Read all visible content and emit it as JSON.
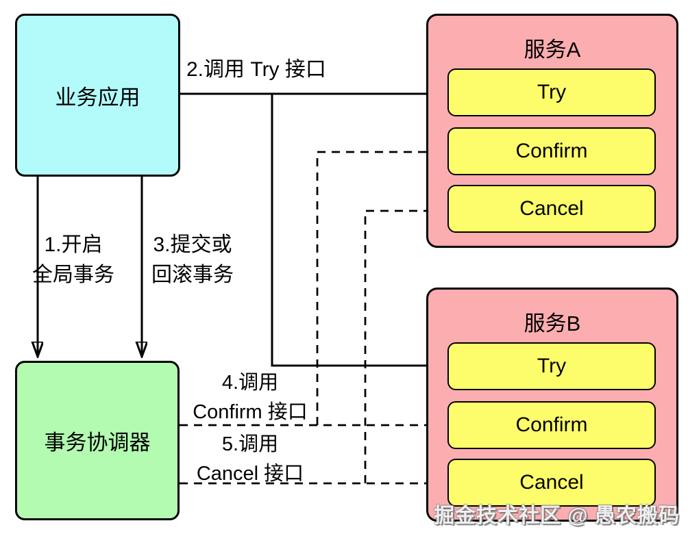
{
  "nodes": {
    "business_app": {
      "label": "业务应用"
    },
    "coordinator": {
      "label": "事务协调器"
    },
    "service_a": {
      "title": "服务A",
      "operations": [
        "Try",
        "Confirm",
        "Cancel"
      ]
    },
    "service_b": {
      "title": "服务B",
      "operations": [
        "Try",
        "Confirm",
        "Cancel"
      ]
    }
  },
  "edge_labels": {
    "step1": "1.开启\n全局事务",
    "step2": "2.调用 Try 接口",
    "step3": "3.提交或\n回滚事务",
    "step4": "4.调用\nConfirm 接口",
    "step5": "5.调用\nCancel 接口"
  },
  "edges": [
    {
      "id": "step1",
      "from": "business_app",
      "to": [
        "coordinator"
      ],
      "style": "solid"
    },
    {
      "id": "step2",
      "from": "business_app",
      "to": [
        "service_a.Try",
        "service_b.Try"
      ],
      "style": "solid"
    },
    {
      "id": "step3",
      "from": "business_app",
      "to": [
        "coordinator"
      ],
      "style": "solid"
    },
    {
      "id": "step4",
      "from": "coordinator",
      "to": [
        "service_a.Confirm",
        "service_b.Confirm"
      ],
      "style": "dashed"
    },
    {
      "id": "step5",
      "from": "coordinator",
      "to": [
        "service_a.Cancel",
        "service_b.Cancel"
      ],
      "style": "dashed"
    }
  ],
  "colors": {
    "background": "#ffffff",
    "border": "#000000",
    "line": "#000000",
    "business_app_fill": "#b3fbfb",
    "coordinator_fill": "#b2fbb0",
    "service_fill": "#fcadb0",
    "operation_fill": "#fdfd6b"
  },
  "watermark": "掘金技术社区 @ 愚农搬码"
}
